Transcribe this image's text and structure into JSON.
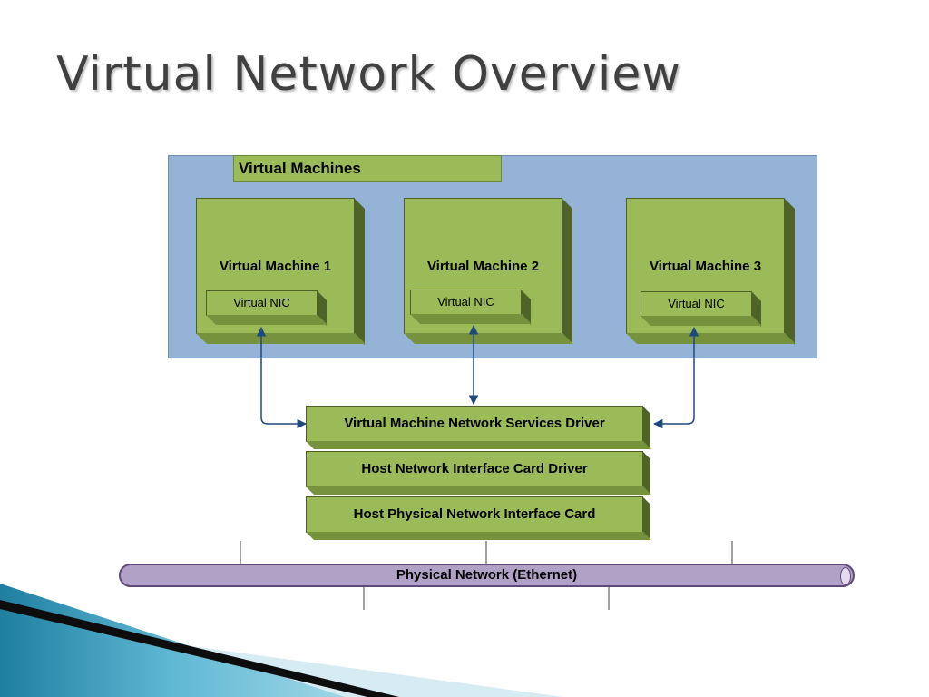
{
  "title": "Virtual Network Overview",
  "diagram": {
    "vm_group_label": "Virtual Machines",
    "virtual_machines": [
      {
        "label": "Virtual Machine 1",
        "nic_label": "Virtual NIC"
      },
      {
        "label": "Virtual Machine 2",
        "nic_label": "Virtual NIC"
      },
      {
        "label": "Virtual Machine 3",
        "nic_label": "Virtual NIC"
      }
    ],
    "layers": [
      "Virtual Machine Network Services Driver",
      "Host Network Interface Card Driver",
      "Host Physical Network Interface Card"
    ],
    "network_label": "Physical Network (Ethernet)"
  },
  "colors": {
    "vm_area": "#95b3d7",
    "green_block": "#9bbb59",
    "network_bus": "#b2a1c7",
    "arrows": "#1f497d"
  }
}
